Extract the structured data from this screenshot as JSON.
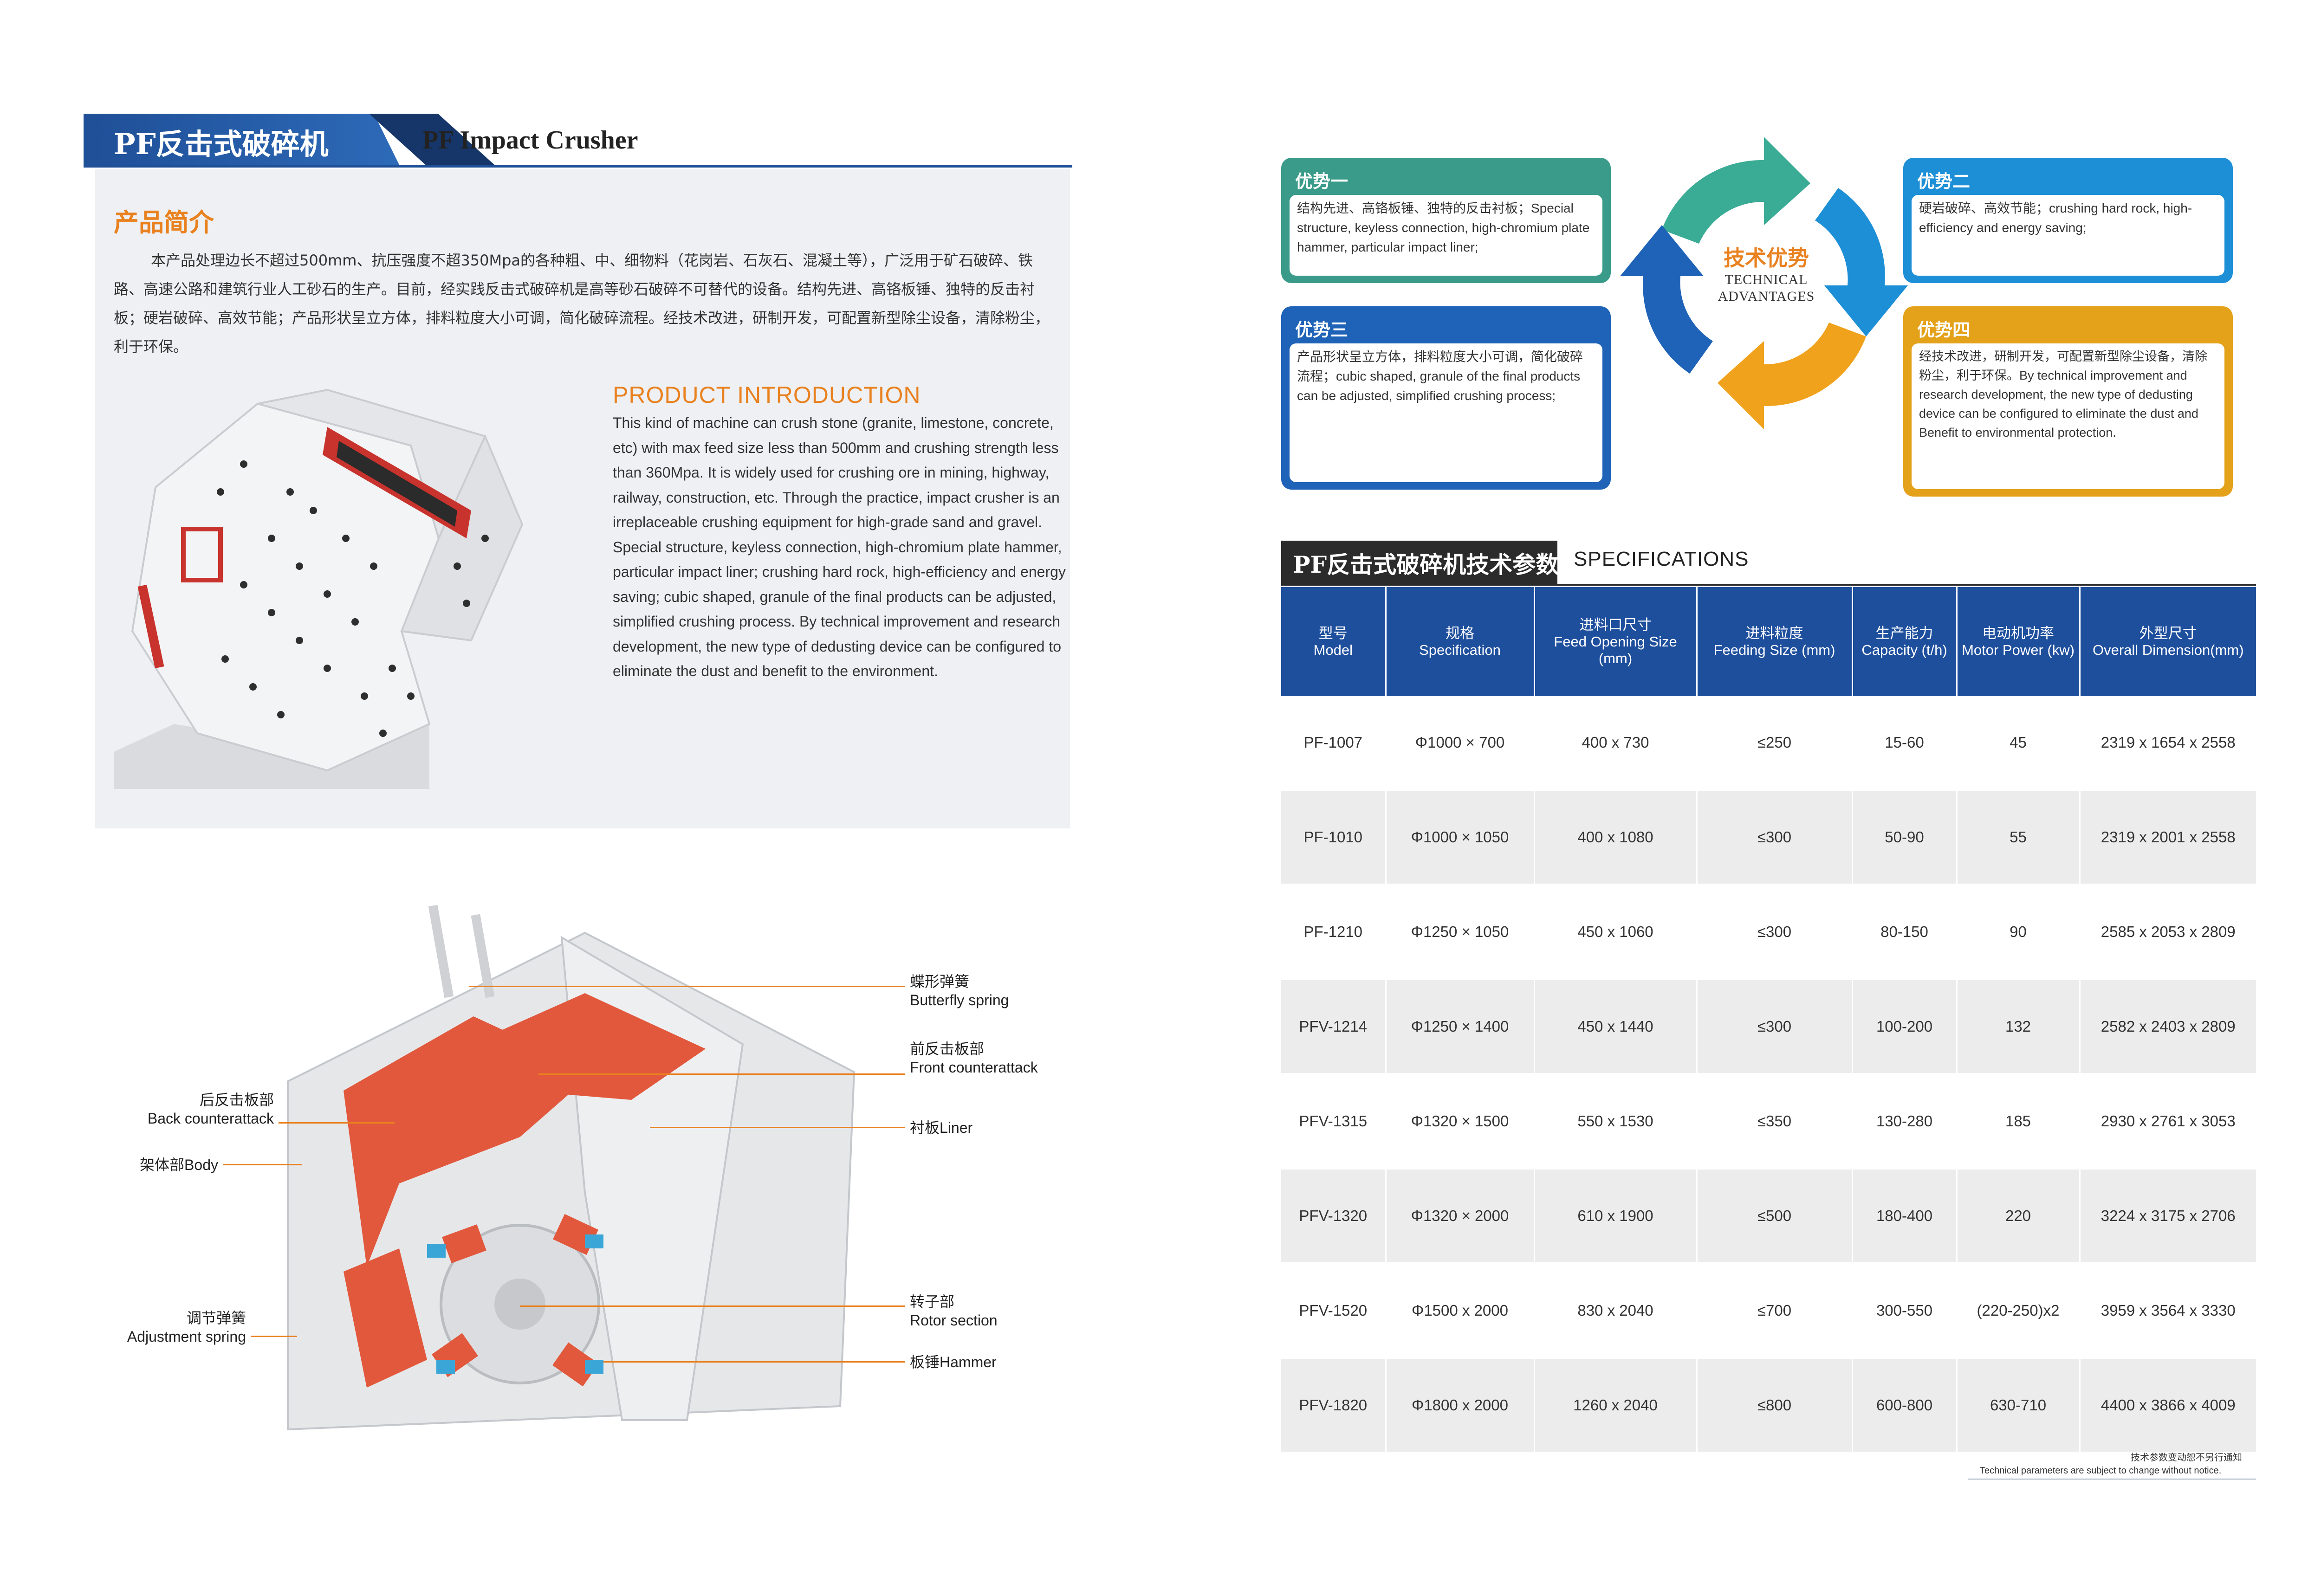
{
  "header": {
    "title_cn": "PF反击式破碎机",
    "title_en": "PF Impact Crusher"
  },
  "intro": {
    "cn_heading": "产品简介",
    "cn_text": "本产品处理边长不超过500mm、抗压强度不超350Mpa的各种粗、中、细物料（花岗岩、石灰石、混凝土等），广泛用于矿石破碎、铁路、高速公路和建筑行业人工砂石的生产。目前，经实践反击式破碎机是高等砂石破碎不可替代的设备。结构先进、高铬板锤、独特的反击衬板；硬岩破碎、高效节能；产品形状呈立方体，排料粒度大小可调，简化破碎流程。经技术改进，研制开发，可配置新型除尘设备，清除粉尘，利于环保。",
    "en_heading": "PRODUCT INTRODUCTION",
    "en_text": "This kind of machine can crush stone (granite, limestone, concrete, etc) with max feed size less than 500mm and crushing strength less than 360Mpa. It is widely used for crushing ore in mining, highway, railway, construction, etc. Through the practice, impact crusher is an irreplaceable crushing equipment for high-grade sand and gravel. Special structure, keyless connection, high-chromium plate hammer, particular impact liner; crushing hard rock, high-efficiency and energy saving; cubic shaped, granule of the final products can be adjusted, simplified crushing process. By technical improvement and research development, the new type of dedusting device can be configured to eliminate the dust and benefit to the environment."
  },
  "diagram_labels": {
    "butterfly_cn": "蝶形弹簧",
    "butterfly_en": "Butterfly spring",
    "front_cn": "前反击板部",
    "front_en": "Front counterattack",
    "liner": "衬板Liner",
    "back_cn": "后反击板部",
    "back_en": "Back counterattack",
    "body": "架体部Body",
    "adjust_cn": "调节弹簧",
    "adjust_en": "Adjustment spring",
    "rotor_cn": "转子部",
    "rotor_en": "Rotor section",
    "hammer": "板锤Hammer"
  },
  "advantages": {
    "center_cn": "技术优势",
    "center_en": "TECHNICAL ADVANTAGES",
    "items": [
      {
        "title": "优势一",
        "text": "结构先进、高铬板锤、独特的反击衬板；Special structure, keyless connection, high-chromium plate hammer, particular impact liner;",
        "color": "#3a9b8a"
      },
      {
        "title": "优势二",
        "text": "硬岩破碎、高效节能；crushing hard rock, high-efficiency and energy saving;",
        "color": "#1d8fd6"
      },
      {
        "title": "优势三",
        "text": "产品形状呈立方体，排料粒度大小可调，简化破碎流程；cubic shaped, granule of the final products can be adjusted, simplified crushing process;",
        "color": "#1f63b8"
      },
      {
        "title": "优势四",
        "text": "经技术改进，研制开发，可配置新型除尘设备，清除粉尘，利于环保。By technical improvement and research development, the new type of dedusting device can be configured to eliminate the dust and Benefit to environmental protection.",
        "color": "#e3a21a"
      }
    ]
  },
  "specs": {
    "heading_cn": "PF反击式破碎机技术参数",
    "heading_en": "SPECIFICATIONS",
    "columns": [
      {
        "cn": "型号",
        "en": "Model"
      },
      {
        "cn": "规格",
        "en": "Specification"
      },
      {
        "cn": "进料口尺寸",
        "en": "Feed Opening Size (mm)"
      },
      {
        "cn": "进料粒度",
        "en": "Feeding Size (mm)"
      },
      {
        "cn": "生产能力",
        "en": "Capacity (t/h)"
      },
      {
        "cn": "电动机功率",
        "en": "Motor Power (kw)"
      },
      {
        "cn": "外型尺寸",
        "en": "Overall Dimension(mm)"
      }
    ],
    "rows": [
      [
        "PF-1007",
        "Φ1000 × 700",
        "400 x 730",
        "≤250",
        "15-60",
        "45",
        "2319 x 1654 x 2558"
      ],
      [
        "PF-1010",
        "Φ1000 × 1050",
        "400 x 1080",
        "≤300",
        "50-90",
        "55",
        "2319 x 2001 x 2558"
      ],
      [
        "PF-1210",
        "Φ1250 × 1050",
        "450 x 1060",
        "≤300",
        "80-150",
        "90",
        "2585 x 2053 x 2809"
      ],
      [
        "PFV-1214",
        "Φ1250 × 1400",
        "450 x 1440",
        "≤300",
        "100-200",
        "132",
        "2582 x 2403 x 2809"
      ],
      [
        "PFV-1315",
        "Φ1320 × 1500",
        "550 x 1530",
        "≤350",
        "130-280",
        "185",
        "2930 x 2761 x 3053"
      ],
      [
        "PFV-1320",
        "Φ1320 × 2000",
        "610 x 1900",
        "≤500",
        "180-400",
        "220",
        "3224 x 3175 x 2706"
      ],
      [
        "PFV-1520",
        "Φ1500 x 2000",
        "830 x 2040",
        "≤700",
        "300-550",
        "(220-250)x2",
        "3959 x 3564 x 3330"
      ],
      [
        "PFV-1820",
        "Φ1800 x 2000",
        "1260 x 2040",
        "≤800",
        "600-800",
        "630-710",
        "4400 x 3866 x 4009"
      ]
    ],
    "note_cn": "技术参数变动恕不另行通知",
    "note_en": "Technical parameters are subject to change without notice."
  }
}
